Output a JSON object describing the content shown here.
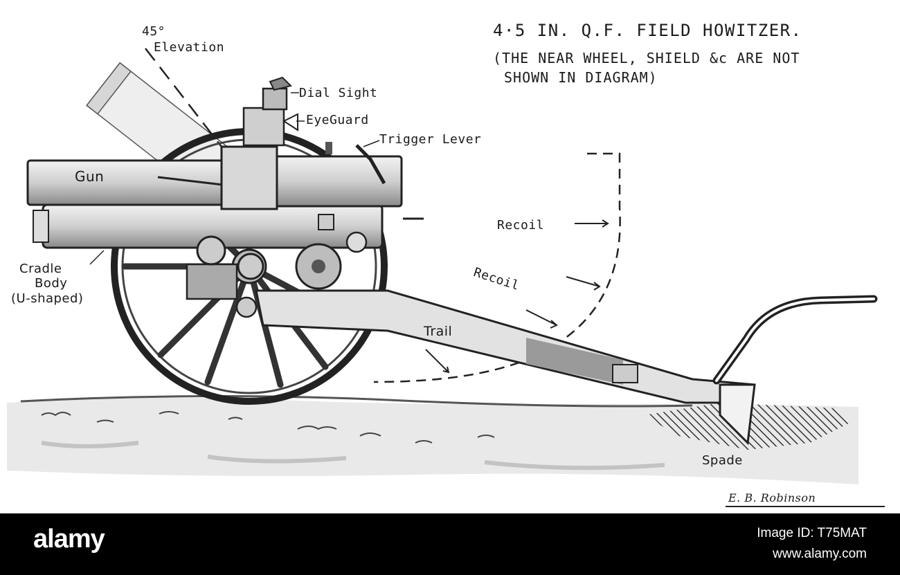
{
  "title": "4·5 IN. Q.F. FIELD HOWITZER.",
  "subtitle_line1": "(THE NEAR WHEEL, SHIELD &c ARE NOT",
  "subtitle_line2": "SHOWN IN DIAGRAM)",
  "labels": {
    "elevation_degrees": "45°",
    "elevation": "Elevation",
    "dial_sight": "Dial Sight",
    "eye_guard": "EyeGuard",
    "trigger_lever": "Trigger Lever",
    "gun": "Gun",
    "recoil_horizontal": "Recoil",
    "recoil_elevated": "Recoil",
    "cradle_line1": "Cradle",
    "cradle_line2": "Body",
    "cradle_line3": "(U-shaped)",
    "trail": "Trail",
    "spade": "Spade"
  },
  "signature": "E. B. Robinson",
  "footer": {
    "logo": "alamy",
    "image_id": "Image ID: T75MAT",
    "url": "www.alamy.com"
  },
  "colors": {
    "ink": "#1a1a1a",
    "shade": "#7a7a7a",
    "paper": "#ffffff",
    "footer_bg": "#000000"
  }
}
